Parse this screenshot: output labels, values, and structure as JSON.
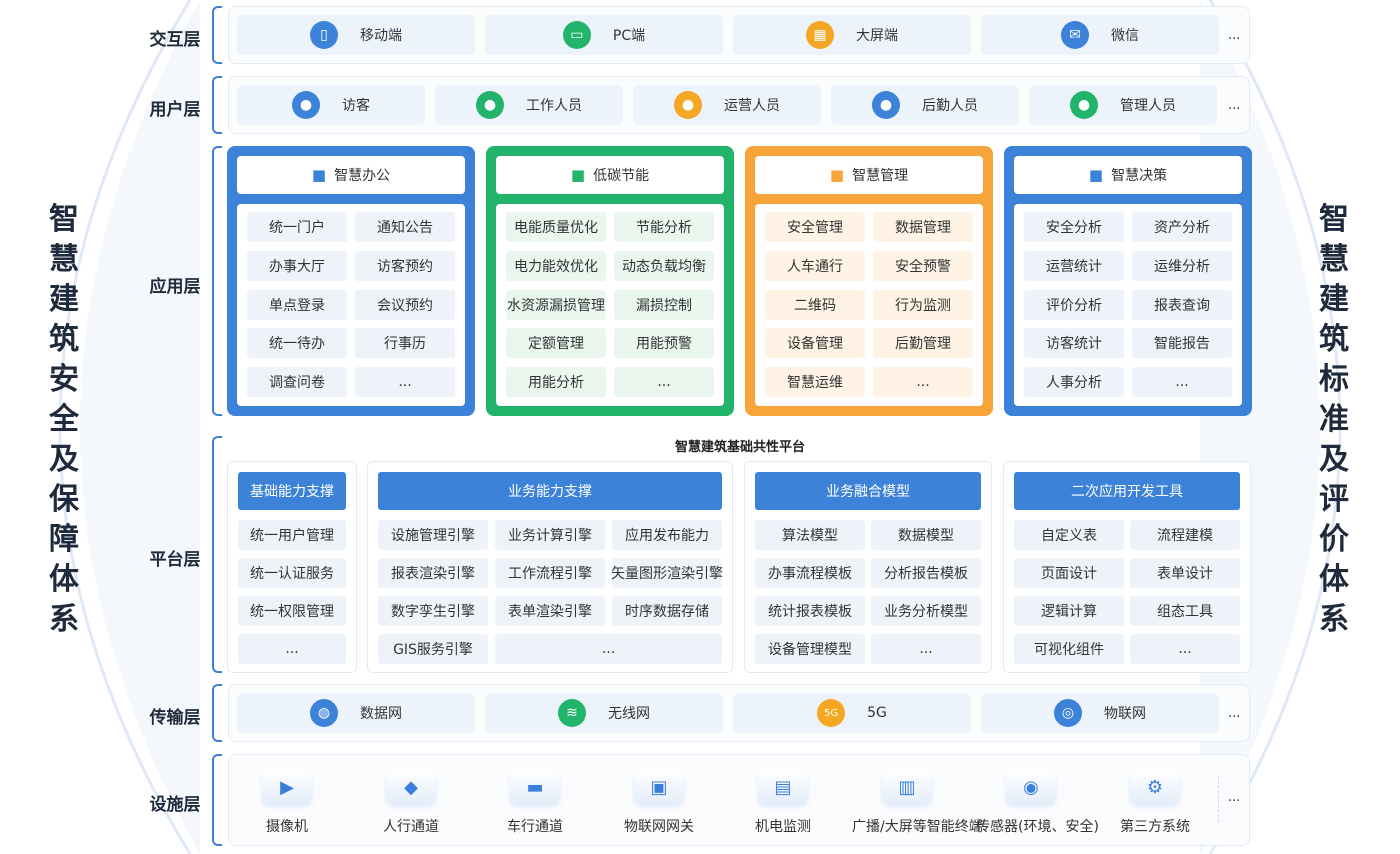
{
  "titles": {
    "left": [
      "智",
      "慧",
      "建",
      "筑",
      "安",
      "全",
      "及",
      "保",
      "障",
      "体",
      "系"
    ],
    "right": [
      "智",
      "慧",
      "建",
      "筑",
      "标",
      "准",
      "及",
      "评",
      "价",
      "体",
      "系"
    ]
  },
  "layers": {
    "interaction": "交互层",
    "user": "用户层",
    "application": "应用层",
    "platform": "平台层",
    "transport": "传输层",
    "facility": "设施层"
  },
  "interaction_items": [
    {
      "label": "移动端",
      "icon": "mobile-icon",
      "color": "#3b82d8"
    },
    {
      "label": "PC端",
      "icon": "pc-icon",
      "color": "#23b46b"
    },
    {
      "label": "大屏端",
      "icon": "big-screen-icon",
      "color": "#f5a623"
    },
    {
      "label": "微信",
      "icon": "wechat-icon",
      "color": "#3b82d8"
    }
  ],
  "user_items": [
    {
      "label": "访客",
      "icon": "visitor-icon",
      "color": "#3b82d8"
    },
    {
      "label": "工作人员",
      "icon": "worker-icon",
      "color": "#23b46b"
    },
    {
      "label": "运营人员",
      "icon": "operator-icon",
      "color": "#f5a623"
    },
    {
      "label": "后勤人员",
      "icon": "logistics-icon",
      "color": "#3b82d8"
    },
    {
      "label": "管理人员",
      "icon": "manager-icon",
      "color": "#23b46b"
    }
  ],
  "ellipsis": "...",
  "app_columns": [
    {
      "title": "智慧办公",
      "icon": "briefcase-icon",
      "color": "#3b82d8",
      "cell_bg": "#eef3fa",
      "cells": [
        "统一门户",
        "通知公告",
        "办事大厅",
        "访客预约",
        "单点登录",
        "会议预约",
        "统一待办",
        "行事历",
        "调查问卷",
        "..."
      ]
    },
    {
      "title": "低碳节能",
      "icon": "leaf-icon",
      "color": "#23b46b",
      "cell_bg": "#e9f7ef",
      "cells": [
        "电能质量优化",
        "节能分析",
        "电力能效优化",
        "动态负载均衡",
        "水资源漏损管理",
        "漏损控制",
        "定额管理",
        "用能预警",
        "用能分析",
        "..."
      ]
    },
    {
      "title": "智慧管理",
      "icon": "person-icon",
      "color": "#f7a43a",
      "cell_bg": "#fef3e5",
      "cells": [
        "安全管理",
        "数据管理",
        "人车通行",
        "安全预警",
        "二维码",
        "行为监测",
        "设备管理",
        "后勤管理",
        "智慧运维",
        "..."
      ]
    },
    {
      "title": "智慧决策",
      "icon": "chess-icon",
      "color": "#3b82d8",
      "cell_bg": "#eef3fa",
      "cells": [
        "安全分析",
        "资产分析",
        "运营统计",
        "运维分析",
        "评价分析",
        "报表查询",
        "访客统计",
        "智能报告",
        "人事分析",
        "..."
      ]
    }
  ],
  "platform": {
    "title": "智慧建筑基础共性平台",
    "groups": [
      {
        "title": "基础能力支撑",
        "cells": [
          "统一用户管理",
          "统一认证服务",
          "统一权限管理",
          "..."
        ]
      },
      {
        "title": "业务能力支撑",
        "cells": [
          "设施管理引擎",
          "业务计算引擎",
          "应用发布能力",
          "报表渲染引擎",
          "工作流程引擎",
          "矢量图形渲染引擎",
          "数字孪生引擎",
          "表单渲染引擎",
          "时序数据存储",
          "GIS服务引擎",
          "..."
        ]
      },
      {
        "title": "业务融合模型",
        "cells": [
          "算法模型",
          "数据模型",
          "办事流程模板",
          "分析报告模板",
          "统计报表模板",
          "业务分析模型",
          "设备管理模型",
          "..."
        ]
      },
      {
        "title": "二次应用开发工具",
        "cells": [
          "自定义表",
          "流程建模",
          "页面设计",
          "表单设计",
          "逻辑计算",
          "组态工具",
          "可视化组件",
          "..."
        ]
      }
    ]
  },
  "transport_items": [
    {
      "label": "数据网",
      "icon": "globe-icon",
      "color": "#3b82d8"
    },
    {
      "label": "无线网",
      "icon": "wifi-icon",
      "color": "#23b46b"
    },
    {
      "label": "5G",
      "icon": "5g-icon",
      "color": "#f5a623"
    },
    {
      "label": "物联网",
      "icon": "iot-icon",
      "color": "#3b82d8"
    }
  ],
  "facility_items": [
    {
      "label": "摄像机",
      "icon": "camera-icon",
      "glyph": "▶"
    },
    {
      "label": "人行通道",
      "icon": "pedestrian-icon",
      "glyph": "◆"
    },
    {
      "label": "车行通道",
      "icon": "car-icon",
      "glyph": "▬"
    },
    {
      "label": "物联网网关",
      "icon": "gateway-icon",
      "glyph": "▣"
    },
    {
      "label": "机电监测",
      "icon": "monitor-icon",
      "glyph": "▤"
    },
    {
      "label": "广播/大屏等智能终端",
      "icon": "terminal-icon",
      "glyph": "▥"
    },
    {
      "label": "传感器(环境、安全)",
      "icon": "sensor-icon",
      "glyph": "◉"
    },
    {
      "label": "第三方系统",
      "icon": "third-party-icon",
      "glyph": "⚙"
    }
  ]
}
